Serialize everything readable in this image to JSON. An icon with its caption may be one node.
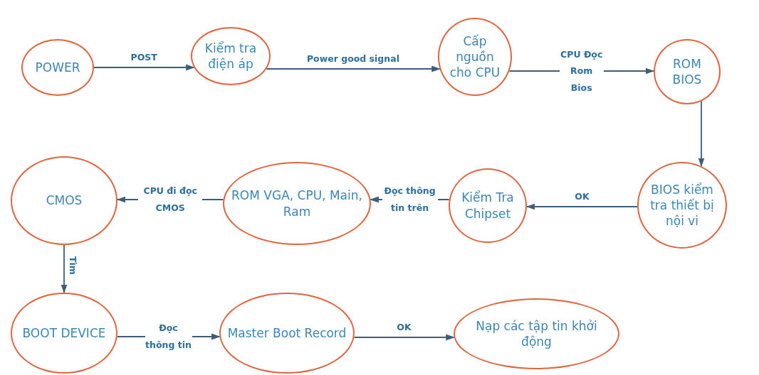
{
  "diagram": {
    "nodes": [
      {
        "text": [
          "POWER"
        ]
      },
      {
        "text": [
          "Kiểm tra điện áp"
        ]
      },
      {
        "text": [
          "Cấp nguồn cho CPU"
        ]
      },
      {
        "text": [
          "ROM BIOS"
        ]
      },
      {
        "text": [
          "BIOS kiểm tra thiết bị nội vi"
        ]
      },
      {
        "text": [
          "Kiểm Tra Chipset"
        ]
      },
      {
        "text": [
          "ROM VGA, CPU, Main, Ram"
        ]
      },
      {
        "text": [
          "CMOS"
        ]
      },
      {
        "text": [
          "BOOT DEVICE"
        ]
      },
      {
        "text": [
          "Master Boot Record"
        ]
      },
      {
        "text": [
          "Nạp các tập tin khởi động"
        ]
      }
    ],
    "edges": [
      {
        "from": 0,
        "to": 1,
        "arrow": "to",
        "label": "POST"
      },
      {
        "from": 1,
        "to": 2,
        "arrow": "to",
        "label": "Power good signal"
      },
      {
        "from": 2,
        "to": 3,
        "arrow": "to",
        "label": "CPU Đọc Rom Bios"
      },
      {
        "from": 3,
        "to": 4,
        "arrow": "to"
      },
      {
        "from": 4,
        "to": 5,
        "arrow": "to",
        "label": "OK"
      },
      {
        "from": 5,
        "to": 6,
        "arrow": "to",
        "label": "Đọc thông tin trên"
      },
      {
        "from": 6,
        "to": 7,
        "arrow": "to",
        "label": "CPU đi đọc CMOS"
      },
      {
        "from": 7,
        "to": 8,
        "arrow": "to",
        "label": "Tìm"
      },
      {
        "from": 8,
        "to": 9,
        "arrow": "to",
        "label": "Đọc thông tin"
      },
      {
        "from": 9,
        "to": 10,
        "arrow": "to",
        "label": "OK"
      }
    ]
  }
}
